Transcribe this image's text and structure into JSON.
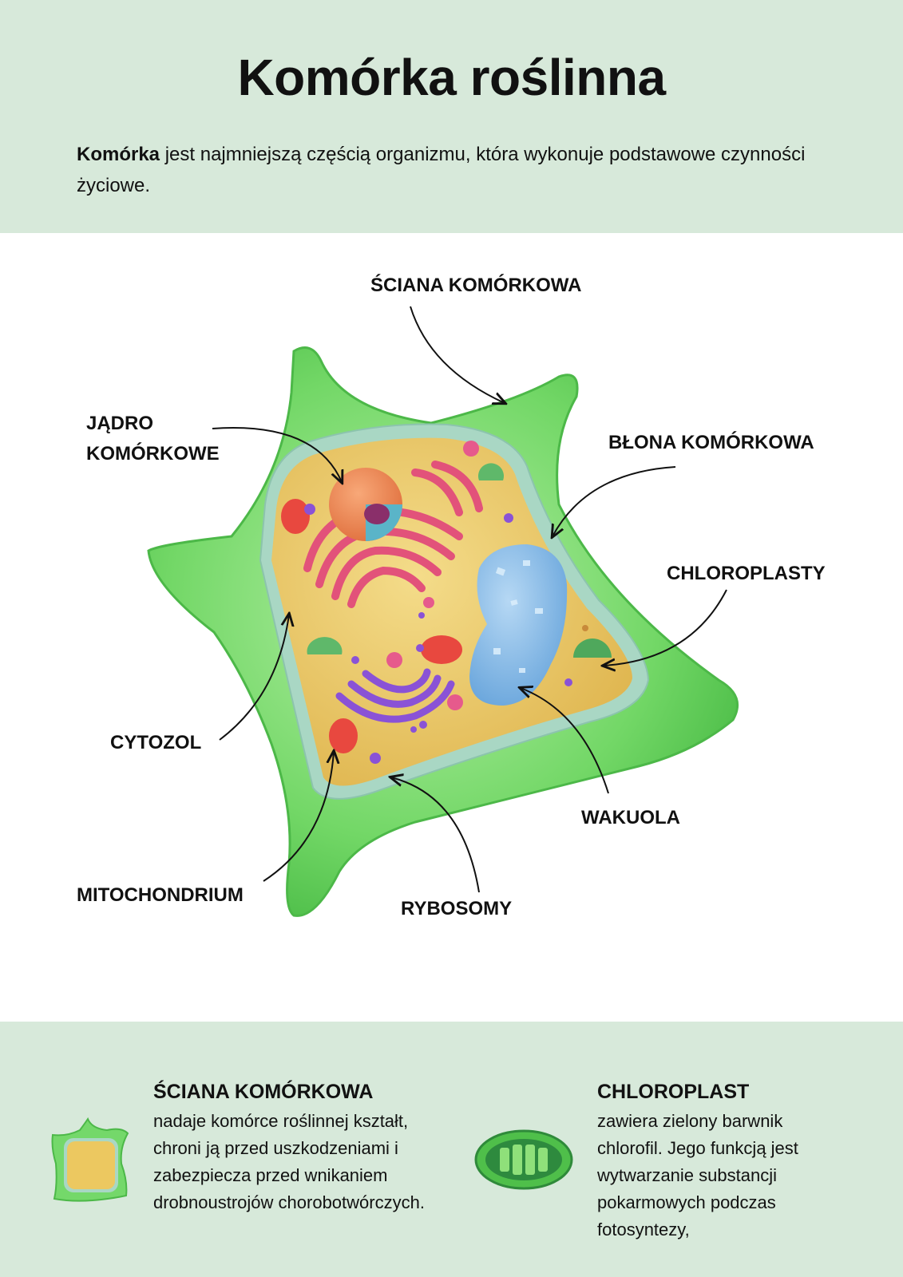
{
  "title": "Komórka roślinna",
  "intro": {
    "term": "Komórka",
    "rest": " jest najmniejszą częścią organizmu, która wykonuje podstawowe czynności życiowe."
  },
  "labels": {
    "cell_wall": "ŚCIANA KOMÓRKOWA",
    "nucleus": "JĄDRO KOMÓRKOWE",
    "cell_membrane": "BŁONA KOMÓRKOWA",
    "chloroplasts": "CHLOROPLASTY",
    "cytosol": "CYTOZOL",
    "vacuole": "WAKUOLA",
    "mitochondrion": "MITOCHONDRIUM",
    "ribosomes": "RYBOSOMY"
  },
  "info": [
    {
      "heading": "ŚCIANA KOMÓRKOWA",
      "text": "nadaje komórce roślinnej kształt, chroni ją przed uszkodzeniami i zabezpiecza przed wnikaniem drobnoustrojów chorobotwórczych.",
      "icon": "cell-wall-icon"
    },
    {
      "heading": "CHLOROPLAST",
      "text": "zawiera zielony barwnik chlorofil. Jego funkcją jest wytwarzanie substancji pokarmowych podczas fotosyntezy,",
      "icon": "chloroplast-icon"
    }
  ],
  "colors": {
    "band": "#d7e9da",
    "cell_wall": "#6fd36a",
    "membrane": "#a9d7c4",
    "cytoplasm": "#e8c66a",
    "nucleus": "#f08a5a",
    "reticulum": "#e2527a",
    "golgi": "#8a52d6",
    "vacuole": "#7fb5e6",
    "chloroplast": "#5fb86a",
    "mitochondrion": "#e8483f"
  }
}
